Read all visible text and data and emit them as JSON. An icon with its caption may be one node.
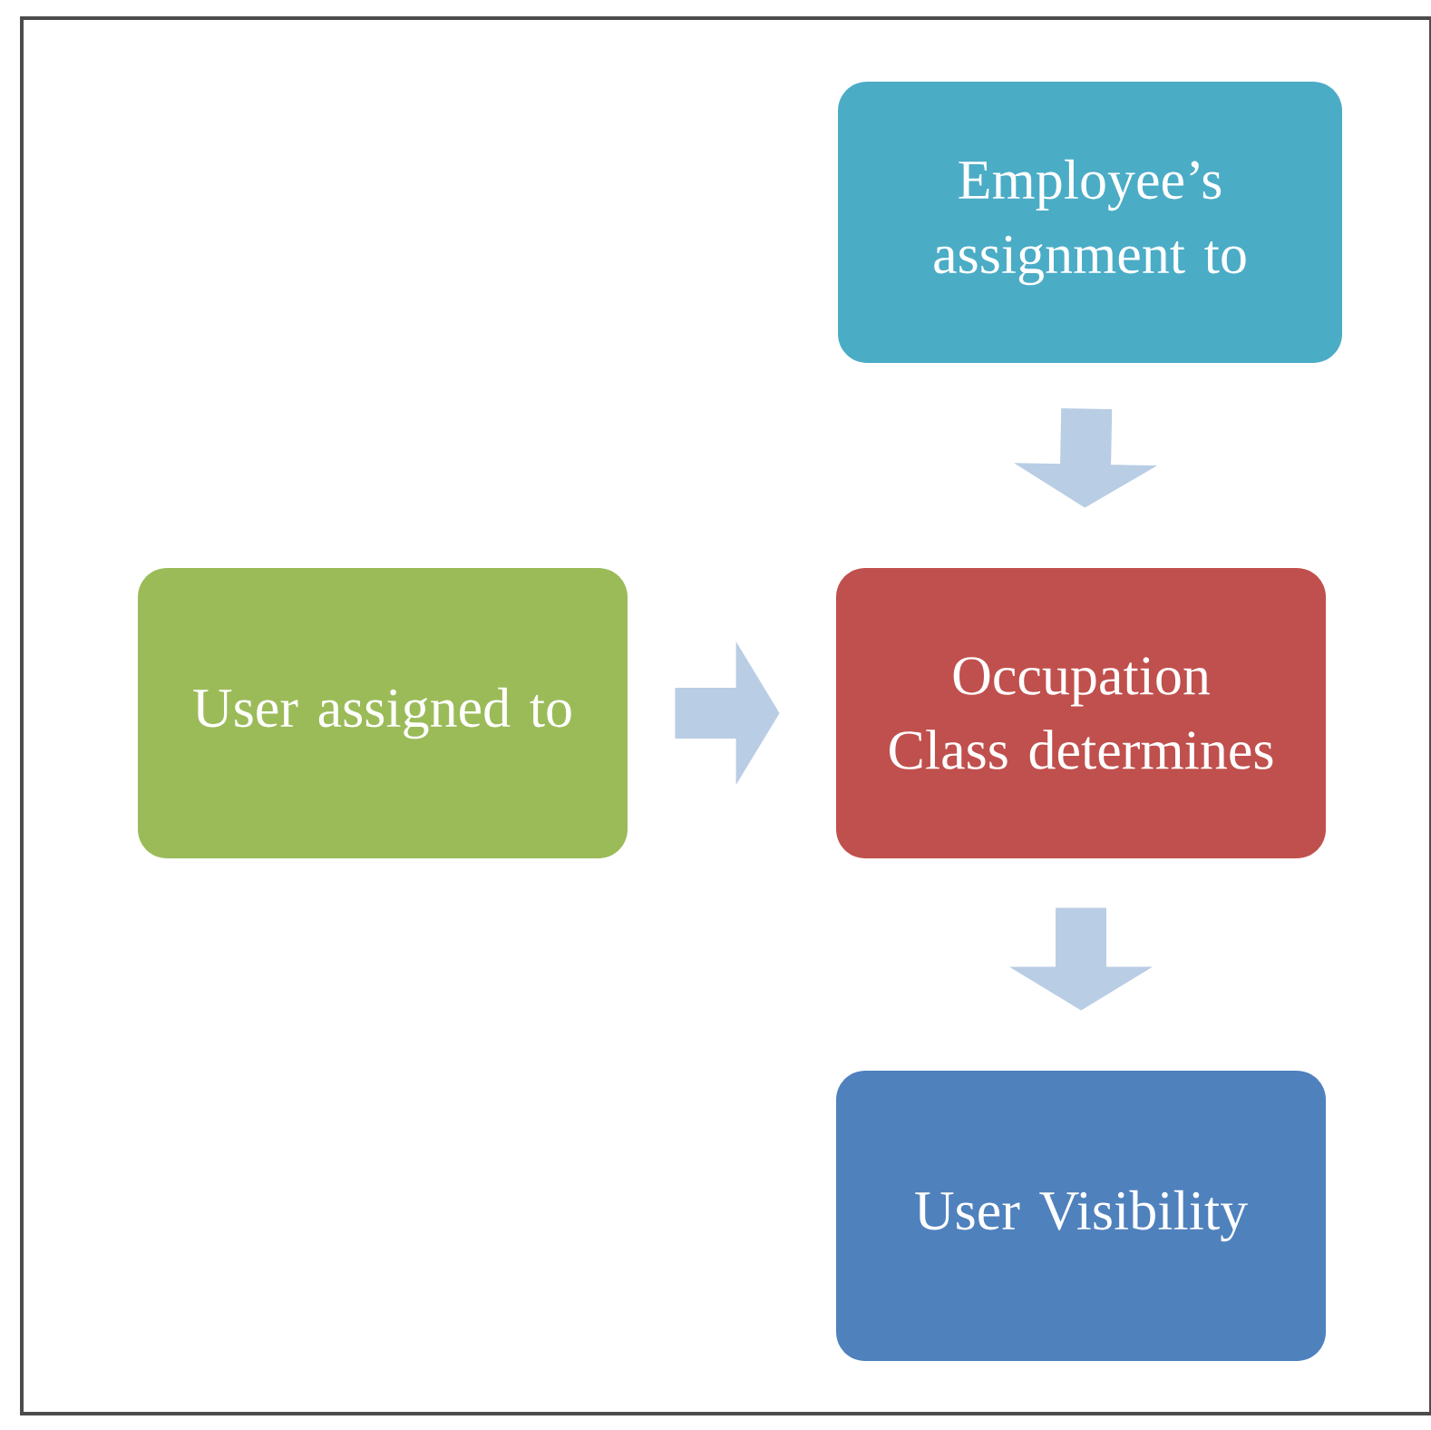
{
  "diagram": {
    "nodes": [
      {
        "text": [
          "Employee’s assignment to"
        ]
      },
      {
        "text": [
          "User assigned to"
        ]
      },
      {
        "text": [
          "Occupation Class determines"
        ]
      },
      {
        "text": [
          "User Visibility"
        ]
      }
    ],
    "edges": [
      {
        "from": 0,
        "to": 2,
        "arrow": "to"
      },
      {
        "from": 1,
        "to": 2,
        "arrow": "to"
      },
      {
        "from": 2,
        "to": 3,
        "arrow": "to"
      }
    ]
  }
}
